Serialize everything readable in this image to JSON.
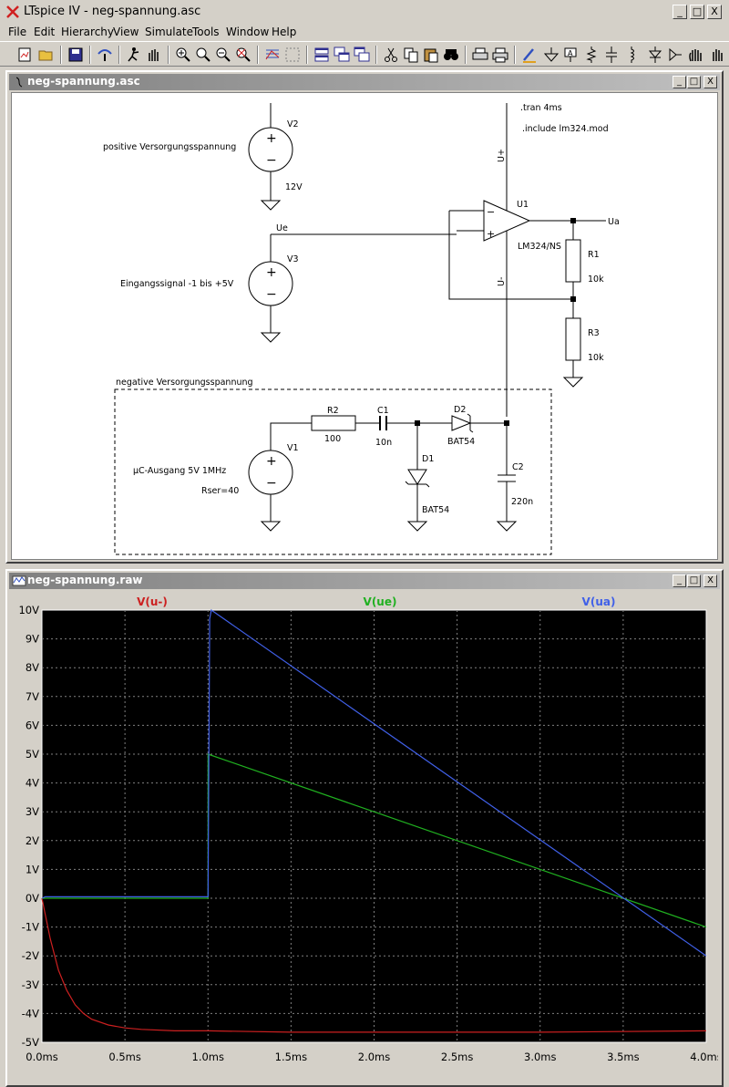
{
  "window": {
    "title": "LTspice IV - neg-spannung.asc",
    "min_label": "_",
    "max_label": "□",
    "close_label": "X"
  },
  "menu": [
    "File",
    "Edit",
    "Hierarchy",
    "View",
    "Simulate",
    "Tools",
    "Window",
    "Help"
  ],
  "schematic_window": {
    "title": "neg-spannung.asc",
    "directives": [
      ".tran 4ms",
      ".include lm324.mod"
    ],
    "labels": {
      "v2_name": "V2",
      "v2_value": "12V",
      "v2_desc": "positive Versorgungsspannung",
      "v3_name": "V3",
      "v3_desc": "Eingangssignal -1 bis +5V",
      "v1_name": "V1",
      "v1_desc": "µC-Ausgang 5V 1MHz",
      "v1_rser": "Rser=40",
      "u1_name": "U1",
      "u1_model": "LM324/NS",
      "r1_name": "R1",
      "r1_value": "10k",
      "r3_name": "R3",
      "r3_value": "10k",
      "r2_name": "R2",
      "r2_value": "100",
      "c1_name": "C1",
      "c1_value": "10n",
      "c2_name": "C2",
      "c2_value": "220n",
      "d1_name": "D1",
      "d1_model": "BAT54",
      "d2_name": "D2",
      "d2_model": "BAT54",
      "net_ue": "Ue",
      "net_ua": "Ua",
      "pin_uplus": "U+",
      "pin_uminus": "U-",
      "neg_supply_desc": "negative Versorgungsspannung",
      "plus_sign": "+",
      "minus_sign": "−"
    }
  },
  "waveform_window": {
    "title": "neg-spannung.raw"
  },
  "colors": {
    "u_minus": "#cc2020",
    "ue": "#20b020",
    "ua": "#4060e8",
    "plot_bg": "#000000",
    "grid": "#808080"
  },
  "chart_data": {
    "type": "line",
    "xlim": [
      0,
      4
    ],
    "ylim": [
      -5,
      10
    ],
    "x_ticks": [
      "0.0ms",
      "0.5ms",
      "1.0ms",
      "1.5ms",
      "2.0ms",
      "2.5ms",
      "3.0ms",
      "3.5ms",
      "4.0ms"
    ],
    "y_ticks": [
      "10V",
      "9V",
      "8V",
      "7V",
      "6V",
      "5V",
      "4V",
      "3V",
      "2V",
      "1V",
      "0V",
      "-1V",
      "-2V",
      "-3V",
      "-4V",
      "-5V"
    ],
    "grid": true,
    "series": [
      {
        "name": "V(u-)",
        "color": "#cc2020",
        "x": [
          0,
          0.05,
          0.1,
          0.15,
          0.2,
          0.25,
          0.3,
          0.4,
          0.5,
          0.6,
          0.8,
          1.0,
          1.5,
          2.0,
          3.0,
          4.0
        ],
        "y": [
          0,
          -1.4,
          -2.5,
          -3.2,
          -3.7,
          -4.0,
          -4.2,
          -4.4,
          -4.5,
          -4.55,
          -4.6,
          -4.6,
          -4.65,
          -4.65,
          -4.65,
          -4.6
        ]
      },
      {
        "name": "V(ue)",
        "color": "#20b020",
        "x": [
          0,
          1.0,
          1.0,
          4.0
        ],
        "y": [
          0,
          0,
          5,
          -1
        ]
      },
      {
        "name": "V(ua)",
        "color": "#4060e8",
        "x": [
          0,
          0.02,
          1.0,
          1.01,
          1.02,
          4.0
        ],
        "y": [
          0,
          0.05,
          0.05,
          9.7,
          10,
          -2
        ]
      }
    ]
  }
}
